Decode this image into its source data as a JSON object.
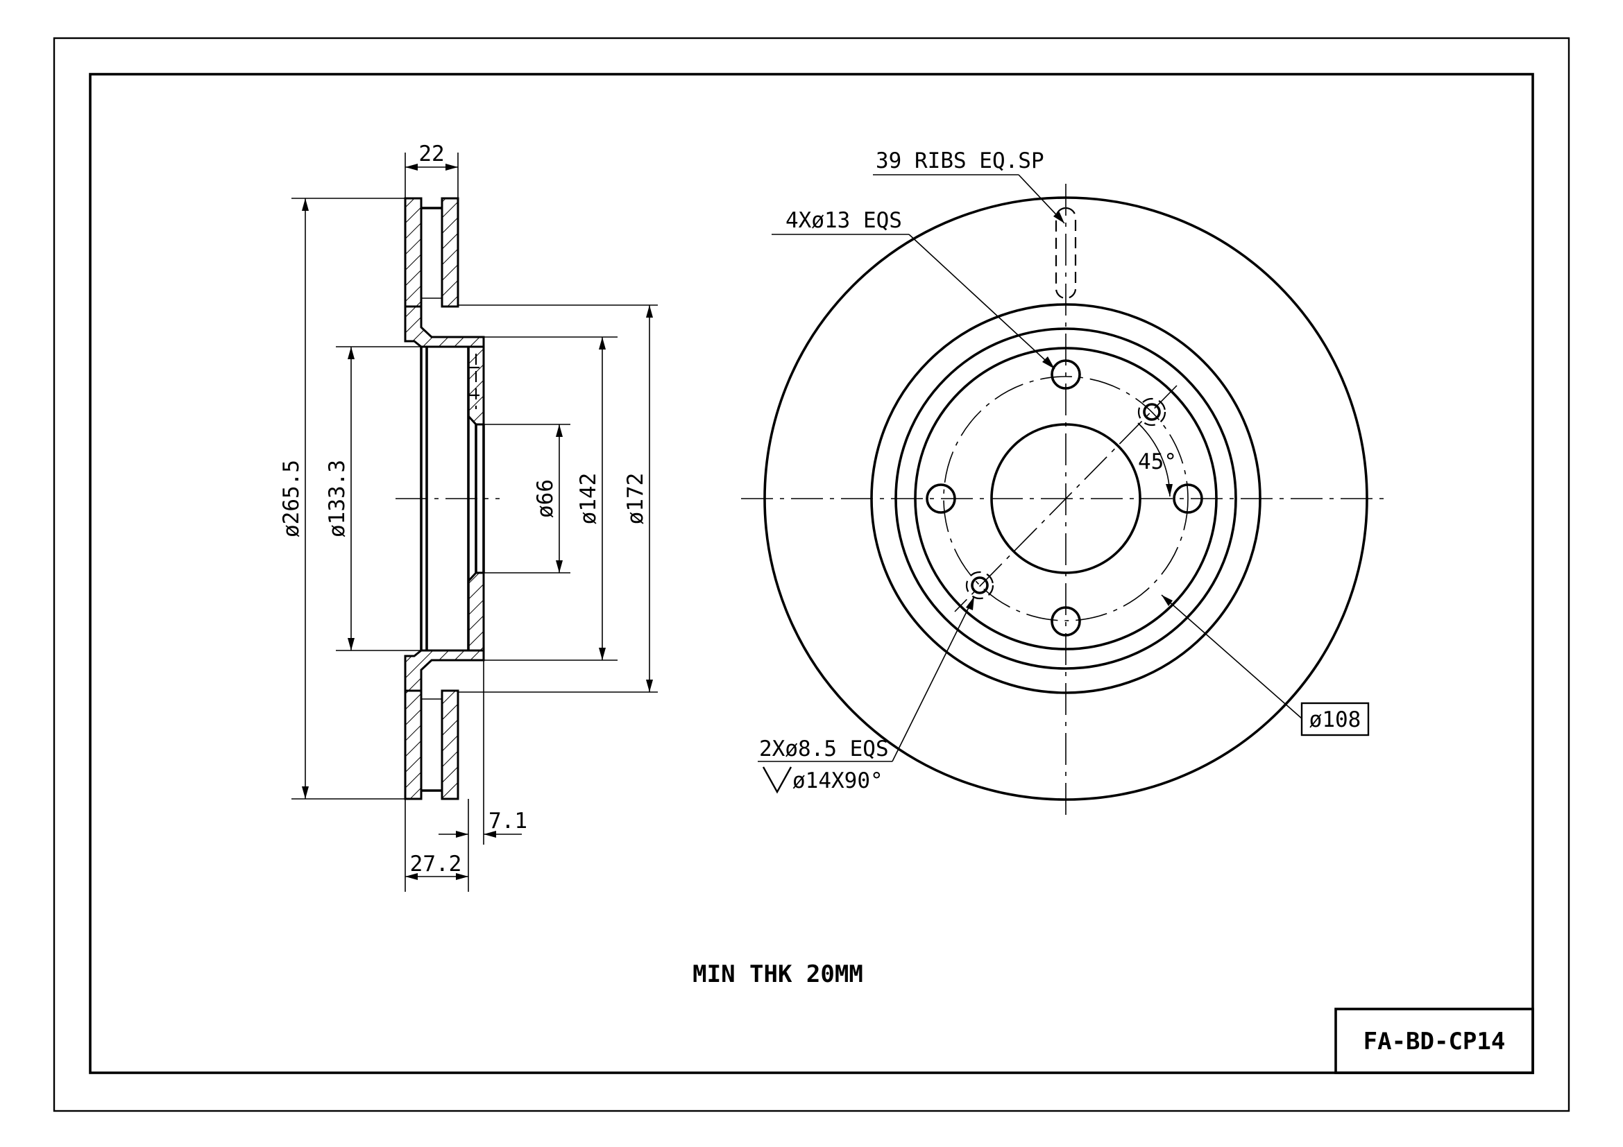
{
  "part_number": "FA-BD-CP14",
  "note": "MIN THK 20MM",
  "section_view": {
    "dimensions": {
      "hat_width": "22",
      "outer_diameter": "ø265.5",
      "hat_bore": "ø133.3",
      "center_bore": "ø66",
      "hub_diameter": "ø142",
      "friction_inner_diameter": "ø172",
      "flange_offset": "7.1",
      "overall_height": "27.2"
    }
  },
  "front_view": {
    "ribs_note": "39 RIBS EQ.SP",
    "bolt_holes_note": "4Xø13 EQS",
    "aux_holes_note": "2Xø8.5 EQS",
    "countersink_note": "ø14X90°",
    "angle": "45°",
    "pcd": "ø108"
  }
}
